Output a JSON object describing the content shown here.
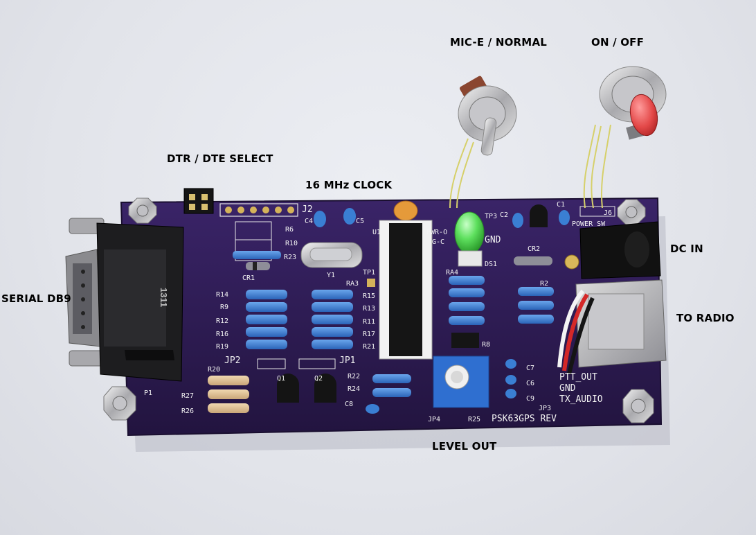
{
  "callouts": {
    "mic_e_normal": "MIC-E / NORMAL",
    "on_off": "ON / OFF",
    "dtr_dte_select": "DTR / DTE SELECT",
    "clock": "16 MHz CLOCK",
    "dc_in": "DC IN",
    "serial_db9": "SERIAL DB9",
    "to_radio": "TO RADIO",
    "level_out": "LEVEL OUT"
  },
  "board": {
    "name_silk": "PSK63GPS REV",
    "connector_marking": "1311",
    "silkscreen": {
      "j2": "J2",
      "c4": "C4",
      "c5": "C5",
      "r6": "R6",
      "r10": "R10",
      "r23": "R23",
      "cr1": "CR1",
      "y1": "Y1",
      "tp1": "TP1",
      "ra3": "RA3",
      "ra4": "RA4",
      "r14": "R14",
      "r9": "R9",
      "r12": "R12",
      "r16": "R16",
      "r19": "R19",
      "r15": "R15",
      "r13": "R13",
      "r11": "R11",
      "r17": "R17",
      "r21": "R21",
      "jp2": "JP2",
      "jp1": "JP1",
      "r20": "R20",
      "r27": "R27",
      "r26": "R26",
      "r22": "R22",
      "r24": "R24",
      "c8": "C8",
      "jp4": "JP4",
      "r25": "R25",
      "p1": "P1",
      "ds1": "DS1",
      "cr2": "CR2",
      "c1": "C1",
      "j6": "J6",
      "power_sw": "POWER SW",
      "c2": "C2",
      "tp3": "TP3",
      "gnd": "GND",
      "pwr_o": "PWR-O",
      "g_c": "G-C",
      "r2": "R2",
      "r8": "R8",
      "c6": "C6",
      "c7": "C7",
      "c9": "C9",
      "jp3": "JP3",
      "ptt_out": "PTT_OUT",
      "gnd2": "GND",
      "tx_audio": "TX_AUDIO",
      "q1": "Q1",
      "q2": "Q2",
      "u1": "U1"
    }
  },
  "colors": {
    "pcb": "#2b1a52",
    "resistor_body": "#3f7fd1",
    "led": "#58e058",
    "switch_cap": "#e34848"
  }
}
